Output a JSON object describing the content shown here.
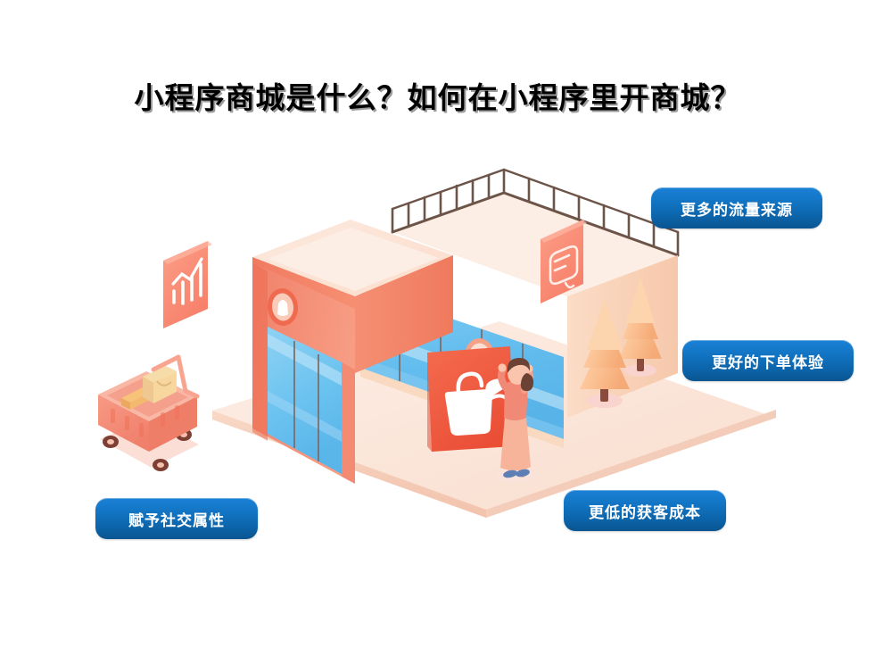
{
  "page": {
    "title": "小程序商城是什么？如何在小程序里开商城？",
    "background_color": "#ffffff",
    "title_color": "#000000",
    "title_shadow_color": "#9b9b9b"
  },
  "labels": {
    "accent_blue_top": "#1b81d6",
    "accent_blue_bottom": "#0a5590",
    "text_color": "#ffffff",
    "items": [
      {
        "id": "more-traffic-sources",
        "text": "更多的流量来源"
      },
      {
        "id": "better-ordering-experience",
        "text": "更好的下单体验"
      },
      {
        "id": "lower-customer-acquisition-cost",
        "text": "更低的获客成本"
      },
      {
        "id": "social-attributes",
        "text": "赋予社交属性"
      }
    ]
  },
  "illustration": {
    "style": "isometric",
    "palette": {
      "ground": "#fbe5d9",
      "ground_edge": "#f6d2c2",
      "building_front": "#fbd9c4",
      "building_side": "#f48b6e",
      "building_accent": "#f07a5f",
      "roof_deck": "#fbe9e0",
      "glass": "#6cc0ee",
      "glass_light": "#a8d9f5",
      "panel_red": "#f05a43",
      "card_salmon": "#fa8d77",
      "tree_canopy": "#fbc79a",
      "tree_trunk": "#8a4b3c",
      "person_top": "#f08a76",
      "person_skirt": "#f7b49a",
      "person_hair": "#6b4233",
      "person_shoes": "#5d7fb5",
      "cart_body": "#f3897b",
      "bag": "#f0c98d"
    },
    "elements": [
      {
        "name": "ground-platform",
        "description": "isometric light peach floor slab"
      },
      {
        "name": "store-building",
        "description": "two-story isometric storefront with glass windows and rooftop terrace railing"
      },
      {
        "name": "store-logo-left",
        "description": "circular emblem with white shopping bag on left facade"
      },
      {
        "name": "store-logo-right",
        "description": "circular emblem with white shopping bag on right facade"
      },
      {
        "name": "rooftop-railing",
        "description": "dark brown vertical posts around roof deck"
      },
      {
        "name": "shopping-cart",
        "description": "isometric shopping cart holding a paper shopping bag"
      },
      {
        "name": "chart-card",
        "description": "floating salmon card with rising bar-chart icon"
      },
      {
        "name": "chat-card",
        "description": "floating salmon card with message bubble icon"
      },
      {
        "name": "promo-panel",
        "description": "red-orange signboard with white shopping basket and hand icon"
      },
      {
        "name": "person",
        "description": "woman with ponytail reaching toward the promo panel"
      },
      {
        "name": "tree-front",
        "description": "conical peach tree with brown trunk"
      },
      {
        "name": "tree-back",
        "description": "conical peach tree with brown trunk"
      }
    ]
  }
}
